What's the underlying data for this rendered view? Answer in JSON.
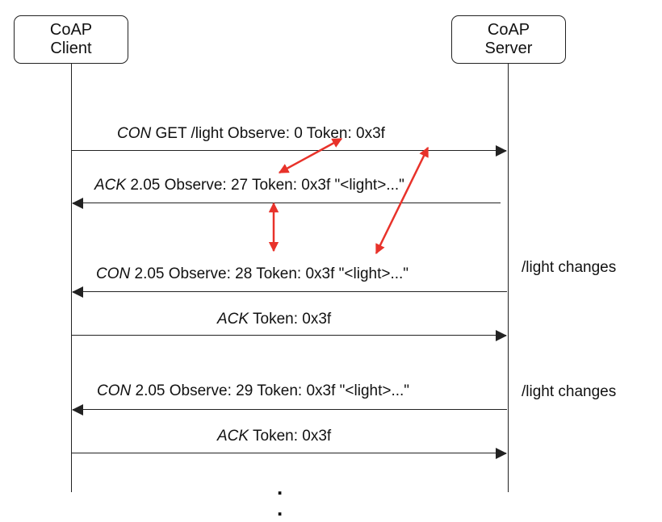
{
  "actors": {
    "client": {
      "line1": "CoAP",
      "line2": "Client"
    },
    "server": {
      "line1": "CoAP",
      "line2": "Server"
    }
  },
  "messages": [
    {
      "type": "CON",
      "rest": " GET /light  Observe: 0 Token: 0x3f",
      "direction": "client-to-server"
    },
    {
      "type": "ACK",
      "rest": " 2.05 Observe: 27 Token: 0x3f \"<light>...\"",
      "direction": "server-to-client"
    },
    {
      "type": "CON",
      "rest": " 2.05 Observe: 28 Token: 0x3f \"<light>...\"",
      "direction": "server-to-client"
    },
    {
      "type": "ACK",
      "rest": " Token: 0x3f",
      "direction": "client-to-server"
    },
    {
      "type": "CON",
      "rest": " 2.05 Observe: 29 Token: 0x3f \"<light>...\"",
      "direction": "server-to-client"
    },
    {
      "type": "ACK",
      "rest": " Token: 0x3f",
      "direction": "client-to-server"
    }
  ],
  "notes": [
    {
      "text": "/light changes"
    },
    {
      "text": "/light changes"
    }
  ],
  "continuation": {
    "dot1": ".",
    "dot2": "."
  },
  "colors": {
    "arrow": "#222222",
    "highlight": "#e8322a",
    "box_border": "#222222"
  }
}
